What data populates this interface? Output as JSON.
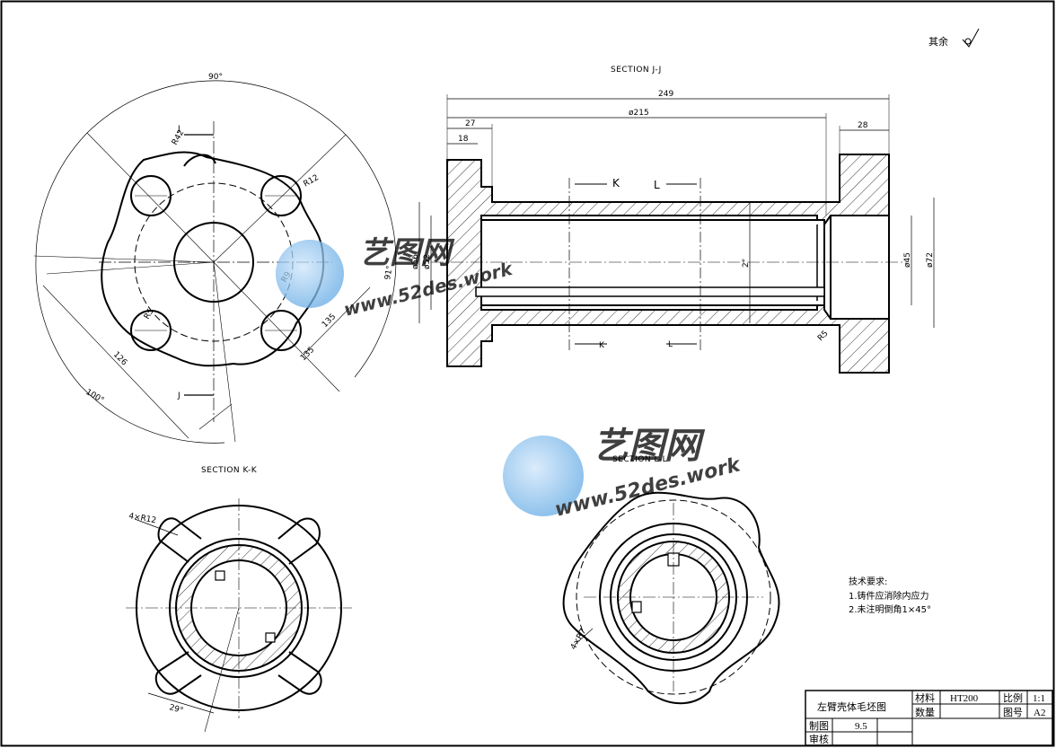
{
  "roughness_note": "其余",
  "views": {
    "section_jj": "SECTION J-J",
    "section_kk": "SECTION K-K",
    "section_ll": "SECTION L-L"
  },
  "dims_left": {
    "angle_90": "90°",
    "angle_100": "100°",
    "angle_91": "91°",
    "angle_29": "29°",
    "r42": "R42",
    "r12": "R12",
    "r9": "R9",
    "d126": "126",
    "d135": "135",
    "d135b": "135",
    "d5": "R5",
    "label_j": "J",
    "label_kk": "4×R12",
    "label_ll": "4×R7"
  },
  "dims_jj": {
    "d249": "249",
    "d215": "ø215",
    "d27": "27",
    "d18": "18",
    "d28": "28",
    "d56": "ø56",
    "d52": "ø52",
    "d45": "ø45",
    "d72": "ø72",
    "deg2": "2°",
    "r5": "R5",
    "k_top": "K",
    "l_top": "L",
    "k_bot": "K",
    "l_bot": "L"
  },
  "tech": {
    "heading": "技术要求:",
    "line1": "1.铸件应消除内应力",
    "line2": "2.未注明倒角1×45°"
  },
  "titleblock": {
    "drawing_name": "左臂壳体毛坯图",
    "material_label": "材料",
    "material_value": "HT200",
    "scale_label": "比例",
    "scale_value": "1:1",
    "qty_label": "数量",
    "drawing_no_label": "图号",
    "drawing_no_value": "A2",
    "drawn_label": "制图",
    "drawn_value": "9.5",
    "check_label": "审核"
  },
  "watermark": {
    "brand": "艺图网",
    "url": "www.52des.work"
  },
  "colors": {
    "line": "#000000",
    "watermark": "#3f8fd6"
  }
}
